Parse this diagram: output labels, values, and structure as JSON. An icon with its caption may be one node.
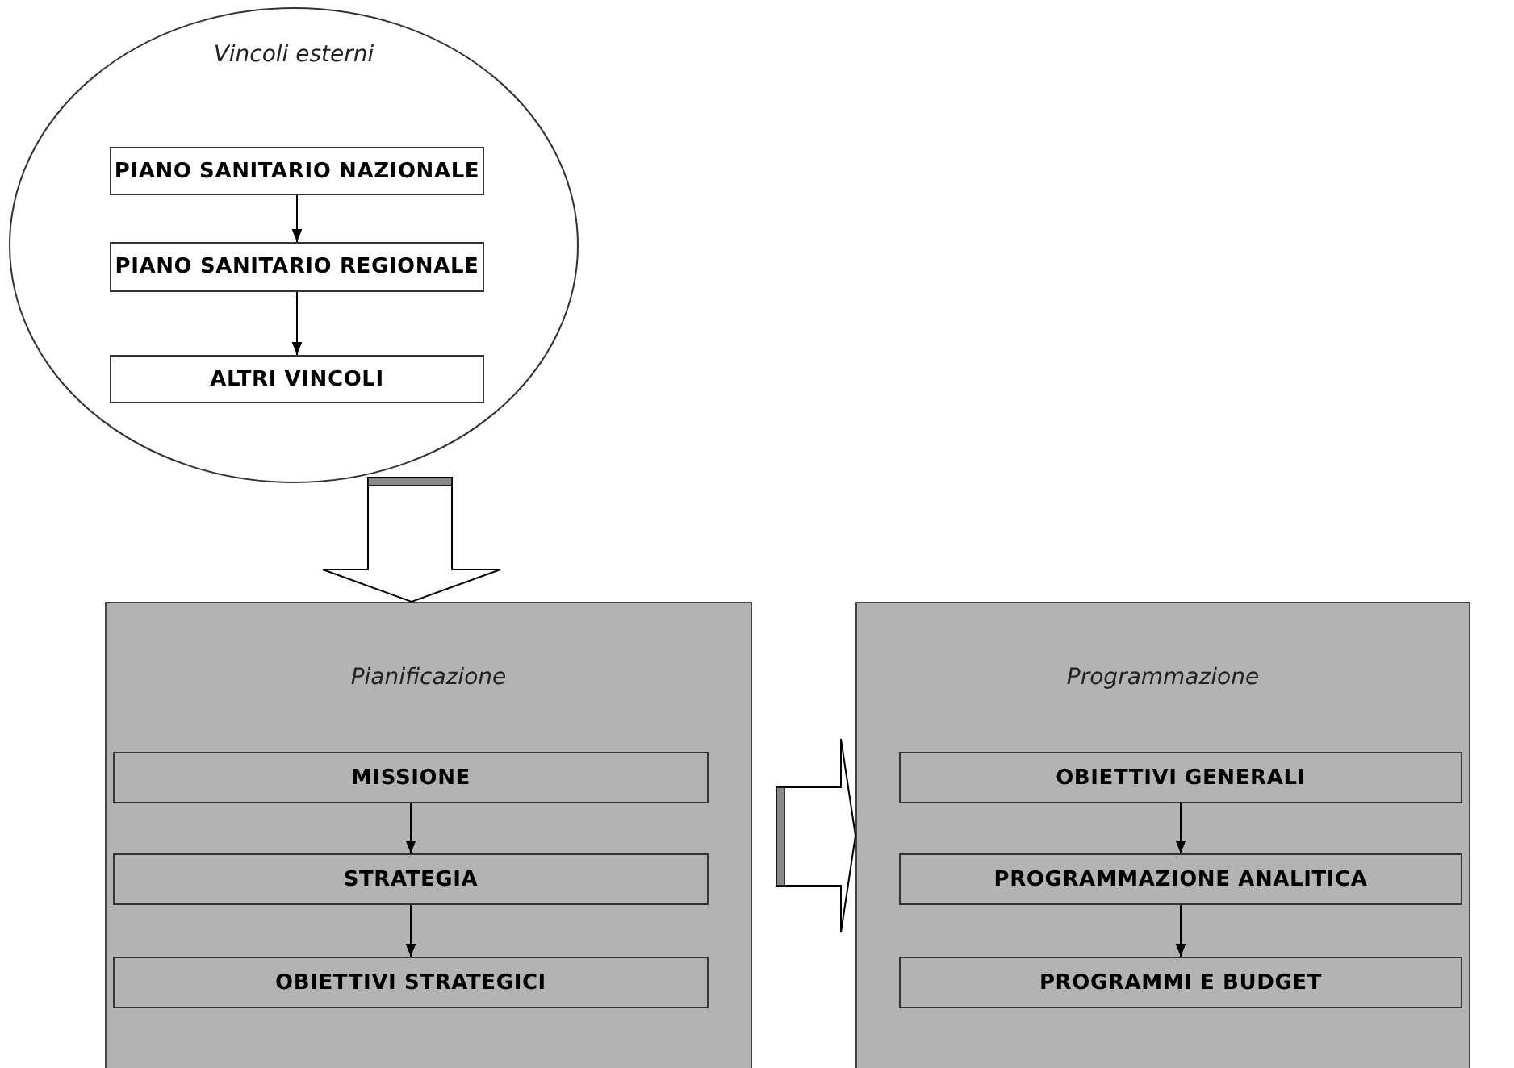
{
  "diagram": {
    "nodes": [
      {
        "text": [
          "Vincoli esterni"
        ]
      },
      {
        "text": [
          "PIANO SANITARIO NAZIONALE"
        ],
        "in": 0
      },
      {
        "text": [
          "PIANO SANITARIO REGIONALE"
        ],
        "in": 0
      },
      {
        "text": [
          "ALTRI VINCOLI"
        ],
        "in": 0
      },
      {
        "text": [
          "Pianificazione"
        ]
      },
      {
        "text": [
          "MISSIONE"
        ],
        "in": 4
      },
      {
        "text": [
          "STRATEGIA"
        ],
        "in": 4
      },
      {
        "text": [
          "OBIETTIVI STRATEGICI"
        ],
        "in": 4
      },
      {
        "text": [
          "Programmazione"
        ]
      },
      {
        "text": [
          "OBIETTIVI GENERALI"
        ],
        "in": 8
      },
      {
        "text": [
          "PROGRAMMAZIONE ANALITICA"
        ],
        "in": 8
      },
      {
        "text": [
          "PROGRAMMI E BUDGET"
        ],
        "in": 8
      }
    ],
    "edges": [
      {
        "from": 1,
        "to": 2,
        "arrow": "to"
      },
      {
        "from": 2,
        "to": 3,
        "arrow": "to"
      },
      {
        "from": 0,
        "to": 4,
        "arrow": "to",
        "style": "thick"
      },
      {
        "from": 5,
        "to": 6,
        "arrow": "to"
      },
      {
        "from": 6,
        "to": 7,
        "arrow": "to"
      },
      {
        "from": 4,
        "to": 8,
        "arrow": "to",
        "style": "thick"
      },
      {
        "from": 9,
        "to": 10,
        "arrow": "to"
      },
      {
        "from": 10,
        "to": 11,
        "arrow": "to"
      }
    ]
  }
}
